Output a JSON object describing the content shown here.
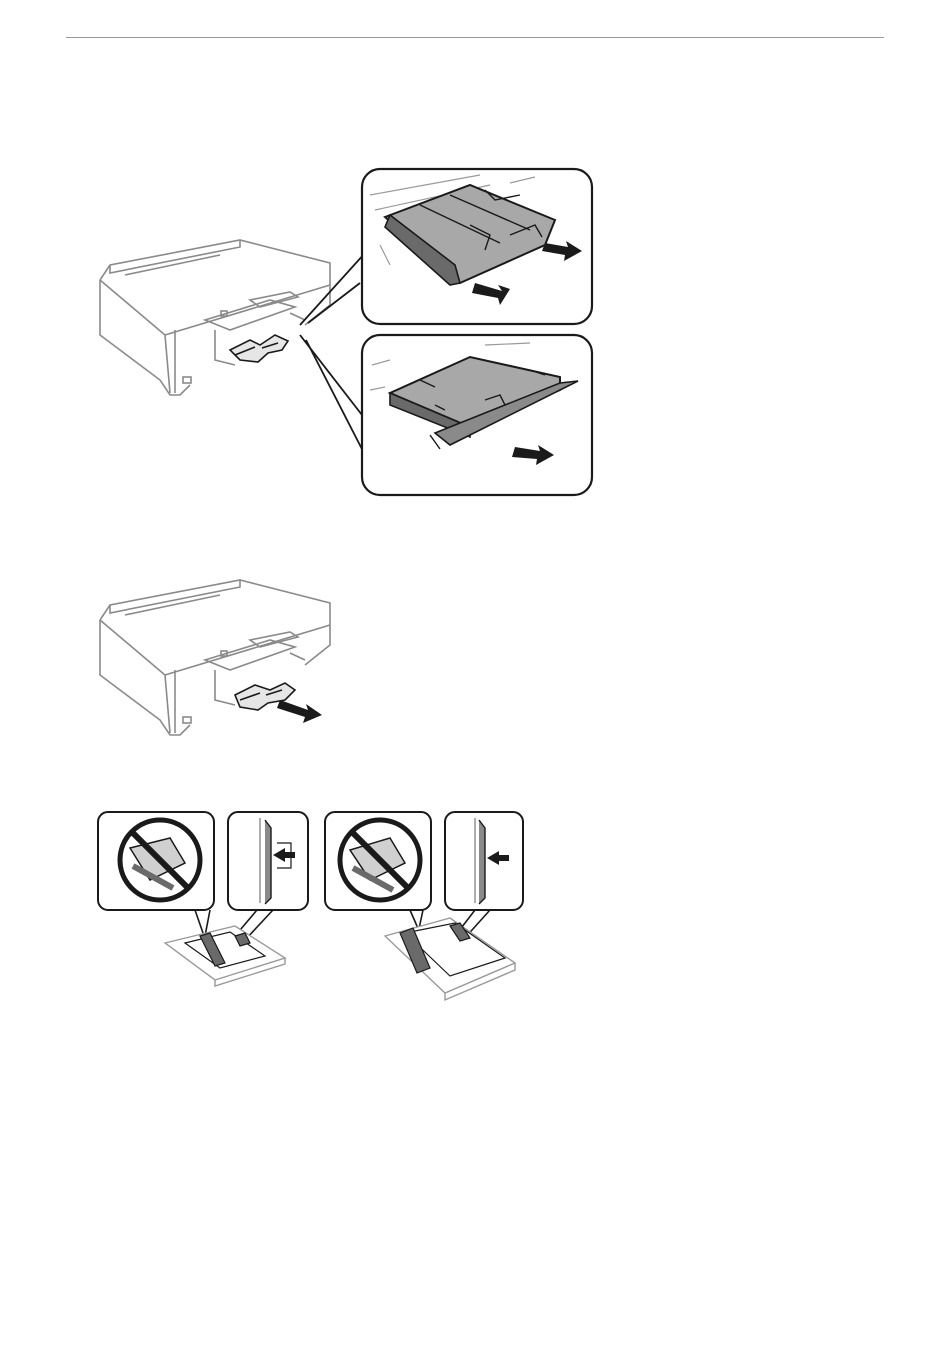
{
  "page": {
    "header_rule": true
  },
  "figures": [
    {
      "id": "fig-1",
      "icon": "printer-paper-jam-tray-removal"
    },
    {
      "id": "fig-2",
      "icon": "printer-pull-jammed-paper"
    },
    {
      "id": "fig-3",
      "icon": "paper-loading-edge-guide-warnings"
    }
  ],
  "colors": {
    "outline": "#7a7a7a",
    "dark": "#1a1a1a",
    "fill_gray": "#9a9a9a",
    "light_gray": "#c8c8c8"
  }
}
